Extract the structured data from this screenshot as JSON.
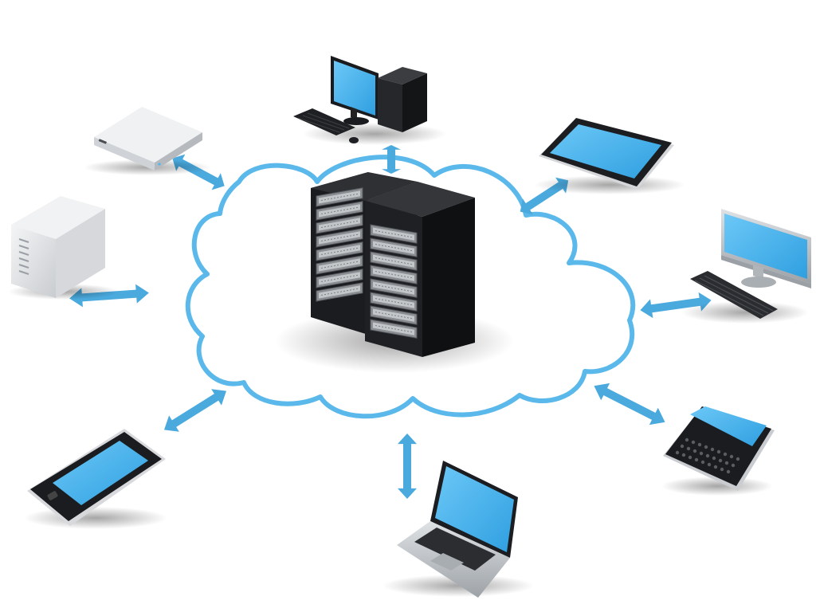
{
  "diagram": {
    "center": {
      "kind": "server-rack",
      "racks": 2
    },
    "hub": {
      "kind": "cloud",
      "outline_color": "#5ab8ea"
    },
    "connector_color": "#4aa9dd",
    "screen_color": "#4fb6ee",
    "nodes": [
      {
        "kind": "desktop-tower"
      },
      {
        "kind": "tablet"
      },
      {
        "kind": "monitor-with-keyboard"
      },
      {
        "kind": "smartphone-qwerty"
      },
      {
        "kind": "laptop"
      },
      {
        "kind": "smartphone"
      },
      {
        "kind": "nas-tower"
      },
      {
        "kind": "network-appliance"
      }
    ]
  }
}
